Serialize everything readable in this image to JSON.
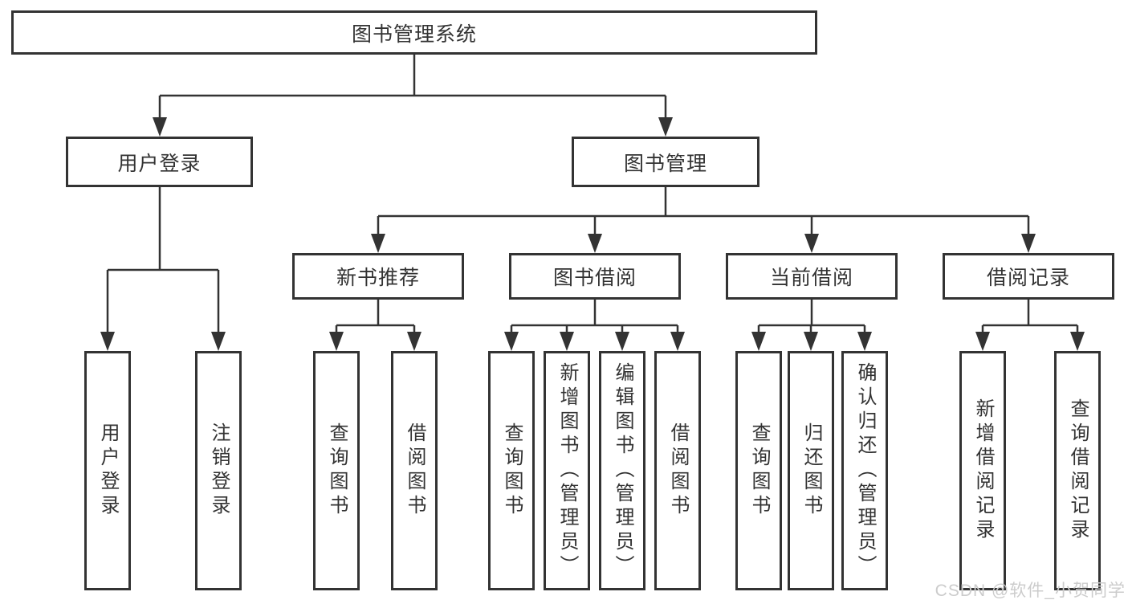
{
  "diagram": {
    "type": "tree-diagram",
    "nodes": {
      "root": {
        "label": "图书管理系统"
      },
      "level2": [
        {
          "id": "user-login",
          "label": "用户登录"
        },
        {
          "id": "book-management",
          "label": "图书管理"
        }
      ],
      "level3": [
        {
          "id": "new-book-recommend",
          "label": "新书推荐"
        },
        {
          "id": "book-borrow",
          "label": "图书借阅"
        },
        {
          "id": "current-borrow",
          "label": "当前借阅"
        },
        {
          "id": "borrow-record",
          "label": "借阅记录"
        }
      ],
      "leaves": [
        {
          "id": "user-login-leaf",
          "parent": "用户登录",
          "label": "用户登录"
        },
        {
          "id": "logout",
          "parent": "用户登录",
          "label": "注销登录"
        },
        {
          "id": "nb-query-book",
          "parent": "新书推荐",
          "label": "查询图书"
        },
        {
          "id": "nb-borrow-book",
          "parent": "新书推荐",
          "label": "借阅图书"
        },
        {
          "id": "bb-query-book",
          "parent": "图书借阅",
          "label": "查询图书"
        },
        {
          "id": "bb-add-book",
          "parent": "图书借阅",
          "label": "新增图书（管理员）"
        },
        {
          "id": "bb-edit-book",
          "parent": "图书借阅",
          "label": "编辑图书（管理员）"
        },
        {
          "id": "bb-borrow-book",
          "parent": "图书借阅",
          "label": "借阅图书"
        },
        {
          "id": "cb-query-book",
          "parent": "当前借阅",
          "label": "查询图书"
        },
        {
          "id": "cb-return-book",
          "parent": "当前借阅",
          "label": "归还图书"
        },
        {
          "id": "cb-confirm-return",
          "parent": "当前借阅",
          "label": "确认归还（管理员）"
        },
        {
          "id": "br-add-record",
          "parent": "借阅记录",
          "label": "新增借阅记录"
        },
        {
          "id": "br-query-record",
          "parent": "借阅记录",
          "label": "查询借阅记录"
        }
      ]
    },
    "hierarchy": {
      "图书管理系统": {
        "用户登录": [
          "用户登录",
          "注销登录"
        ],
        "图书管理": {
          "新书推荐": [
            "查询图书",
            "借阅图书"
          ],
          "图书借阅": [
            "查询图书",
            "新增图书（管理员）",
            "编辑图书（管理员）",
            "借阅图书"
          ],
          "当前借阅": [
            "查询图书",
            "归还图书",
            "确认归还（管理员）"
          ],
          "借阅记录": [
            "新增借阅记录",
            "查询借阅记录"
          ]
        }
      }
    }
  },
  "watermark": {
    "text": "CSDN @软件_小贺同学"
  },
  "colors": {
    "line": "#333333",
    "text": "#333333",
    "box_background": "#ffffff",
    "page_background": "#ffffff",
    "watermark": "#cccccc"
  }
}
